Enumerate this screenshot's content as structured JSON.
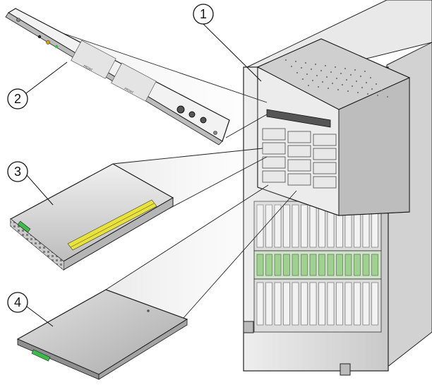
{
  "diagram": {
    "callouts": [
      {
        "number": "1",
        "target": "enclosure"
      },
      {
        "number": "2",
        "target": "front-panel"
      },
      {
        "number": "3",
        "target": "power-supply"
      },
      {
        "number": "4",
        "target": "blade-module"
      }
    ],
    "panel_labels": {
      "group_a": "FRONT",
      "group_b": "FRONT"
    },
    "colors": {
      "outline": "#1a1a1a",
      "metal_light": "#e6e6e6",
      "metal_mid": "#c8c8c8",
      "metal_dark": "#8c8c8c",
      "label_yellow": "#e8e23a",
      "latch_green": "#3dbb4a",
      "led_amber": "#d9a400"
    }
  }
}
